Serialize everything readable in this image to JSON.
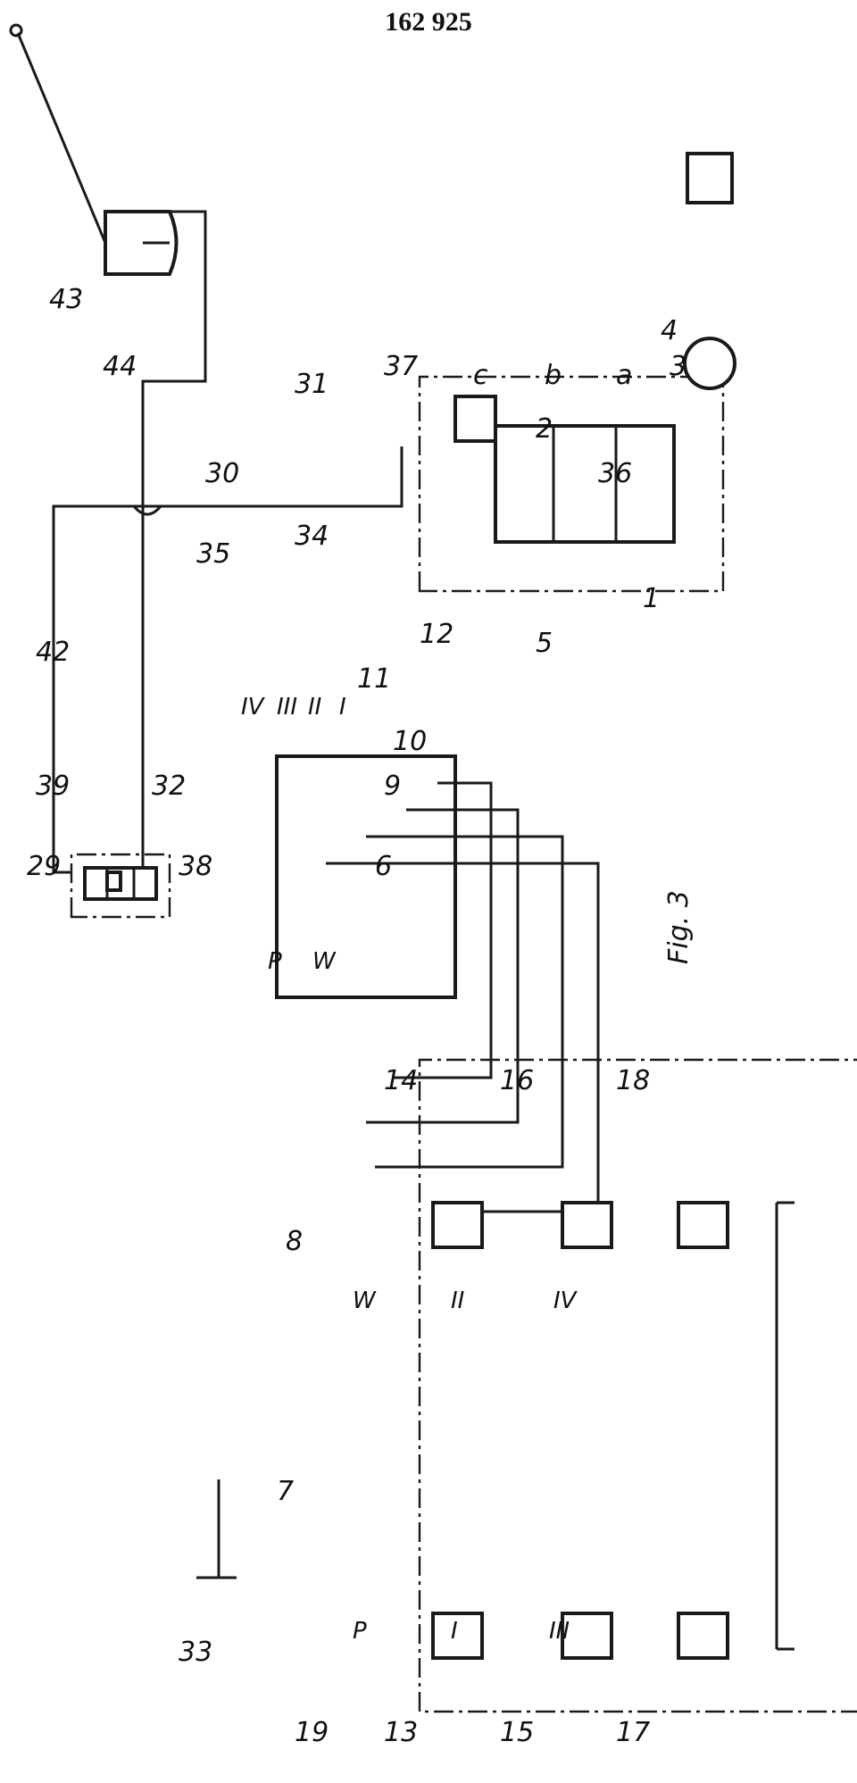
{
  "header": {
    "document_number": "162 925"
  },
  "figure": {
    "caption": "Fig. 3"
  },
  "labels": {
    "l1": "1",
    "l2": "2",
    "l3": "3",
    "l4": "4",
    "l5": "5",
    "l6": "6",
    "l7": "7",
    "l8": "8",
    "l9": "9",
    "l10": "10",
    "l11": "11",
    "l12": "12",
    "l13": "13",
    "l14": "14",
    "l15": "15",
    "l16": "16",
    "l17": "17",
    "l18": "18",
    "l19": "19",
    "l29": "29",
    "l30": "30",
    "l31": "31",
    "l32": "32",
    "l33": "33",
    "l34": "34",
    "l35": "35",
    "l36": "36",
    "l37": "37",
    "l38": "38",
    "l39": "39",
    "l42": "42",
    "l43": "43",
    "l44": "44",
    "la": "a",
    "lb": "b",
    "lc": "c"
  },
  "gear_ports": {
    "p": "P",
    "w": "W",
    "i": "I",
    "ii": "II",
    "iii": "III",
    "iv": "IV"
  },
  "actuators": {
    "p": "P",
    "w": "W",
    "i": "I",
    "ii": "II",
    "iii": "III",
    "iv": "IV"
  }
}
